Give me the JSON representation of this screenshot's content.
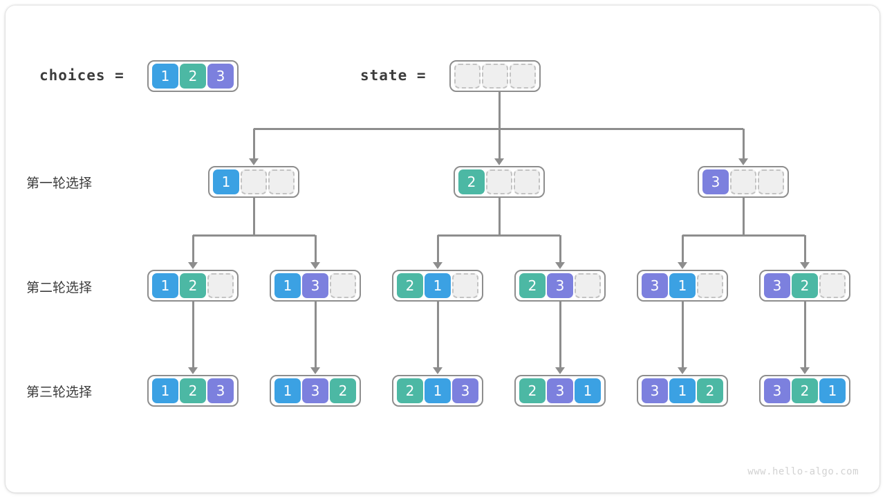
{
  "meta": {
    "watermark": "www.hello-algo.com"
  },
  "colors": {
    "blue": "#3BA1E3",
    "green": "#4CB8A4",
    "purple": "#7C80DE",
    "empty_fill": "#efefef",
    "empty_border": "#c3c3c3",
    "node_border": "#8d8d8d",
    "edge": "#8d8d8d",
    "text": "#3c3c3c",
    "watermark": "#d2d2d2"
  },
  "header": {
    "choices_label": "choices =",
    "state_label": "state =",
    "choices_values": [
      "1",
      "2",
      "3"
    ],
    "state_values": [
      "",
      "",
      ""
    ]
  },
  "row_labels": [
    "第一轮选择",
    "第二轮选择",
    "第三轮选择"
  ],
  "tree": {
    "level1": [
      {
        "values": [
          "1",
          "",
          ""
        ]
      },
      {
        "values": [
          "2",
          "",
          ""
        ]
      },
      {
        "values": [
          "3",
          "",
          ""
        ]
      }
    ],
    "level2": [
      {
        "values": [
          "1",
          "2",
          ""
        ]
      },
      {
        "values": [
          "1",
          "3",
          ""
        ]
      },
      {
        "values": [
          "2",
          "1",
          ""
        ]
      },
      {
        "values": [
          "2",
          "3",
          ""
        ]
      },
      {
        "values": [
          "3",
          "1",
          ""
        ]
      },
      {
        "values": [
          "3",
          "2",
          ""
        ]
      }
    ],
    "level3": [
      {
        "values": [
          "1",
          "2",
          "3"
        ]
      },
      {
        "values": [
          "1",
          "3",
          "2"
        ]
      },
      {
        "values": [
          "2",
          "1",
          "3"
        ]
      },
      {
        "values": [
          "2",
          "3",
          "1"
        ]
      },
      {
        "values": [
          "3",
          "1",
          "2"
        ]
      },
      {
        "values": [
          "3",
          "2",
          "1"
        ]
      }
    ]
  }
}
